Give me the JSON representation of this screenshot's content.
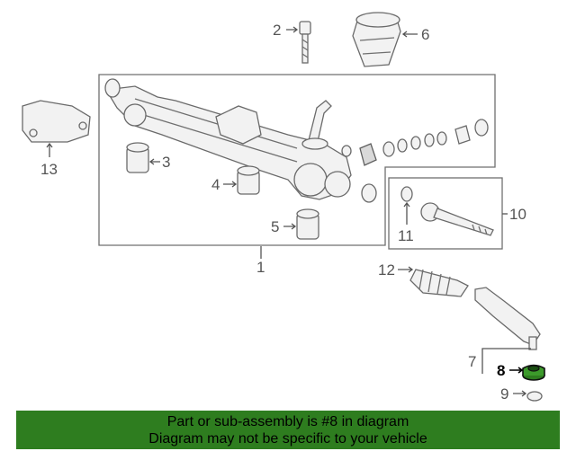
{
  "callouts": {
    "c1": "1",
    "c2": "2",
    "c3": "3",
    "c4": "4",
    "c5": "5",
    "c6": "6",
    "c7": "7",
    "c8": "8",
    "c9": "9",
    "c10": "10",
    "c11": "11",
    "c12": "12",
    "c13": "13"
  },
  "highlight": {
    "part_number": "8",
    "color": "#2e7d1f"
  },
  "banner": {
    "line1": "Part or sub-assembly is #8 in diagram",
    "line2": "Diagram may not be specific to your vehicle",
    "bg_color": "#2e7d1f"
  }
}
